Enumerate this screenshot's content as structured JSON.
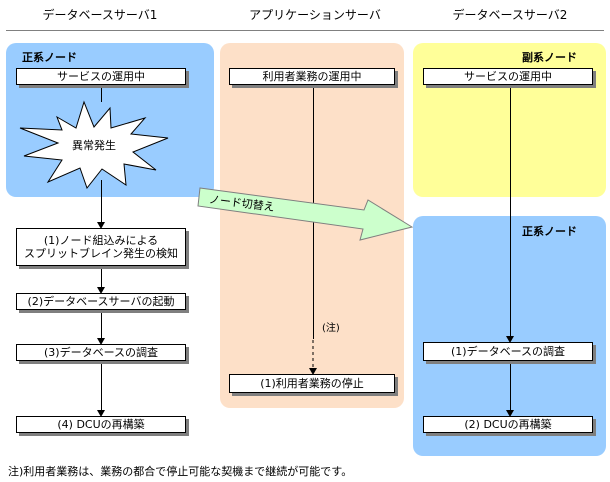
{
  "columns": {
    "db_server_1": "データベースサーバ1",
    "app_server": "アプリケーションサーバ",
    "db_server_2": "データベースサーバ2"
  },
  "zones": {
    "primary_node_1": {
      "label": "正系ノード",
      "color": "#99ccff"
    },
    "app_zone": {
      "color": "#fde0c8"
    },
    "secondary_node": {
      "label": "副系ノード",
      "color": "#ffff99"
    },
    "primary_node_2": {
      "label": "正系ノード",
      "color": "#99ccff"
    }
  },
  "boxes": {
    "service_running_1": "サービスの運用中",
    "user_business_running": "利用者業務の運用中",
    "service_running_2": "サービスの運用中",
    "split_brain_detect_line1": "(1)ノード組込みによる",
    "split_brain_detect_line2": "スプリットブレイン発生の検知",
    "db_server_start": "(2)データベースサーバの起動",
    "db_investigate_1": "(3)データベースの調査",
    "dcu_rebuild_1": "(4) DCUの再構築",
    "user_business_stop": "(1)利用者業務の停止",
    "db_investigate_2": "(1)データベースの調査",
    "dcu_rebuild_2": "(2) DCUの再構築"
  },
  "burst_label": "異常発生",
  "switch_arrow_label": "ノード切替え",
  "note_marker": "(注)",
  "footer_note": "注)利用者業務は、業務の都合で停止可能な契機まで継続が可能です。",
  "colors": {
    "switch_arrow_fill": "#ccffcc",
    "shadow": "#7f7f7f"
  }
}
